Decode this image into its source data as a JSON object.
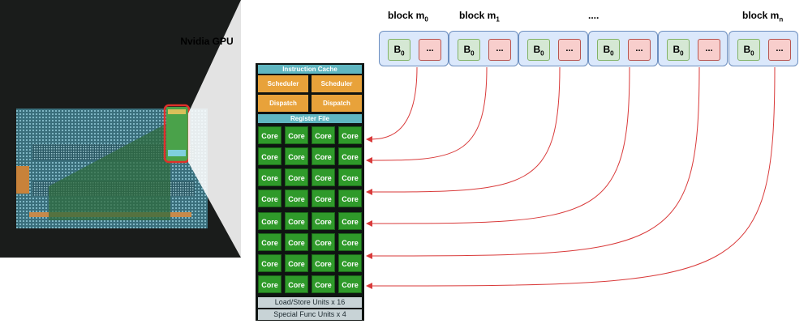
{
  "gpu_title": "Nvidia GPU",
  "sm": {
    "instruction_cache": "Instruction Cache",
    "scheduler": "Scheduler",
    "dispatch": "Dispatch",
    "register_file": "Register File",
    "core": "Core",
    "load_store": "Load/Store Units x 16",
    "special_func": "Special Func Units x 4"
  },
  "blocks": [
    {
      "label": "block m",
      "label_sub": "0"
    },
    {
      "label": "block m",
      "label_sub": "1"
    },
    {
      "label": "....",
      "label_sub": ""
    },
    {
      "label": "block m",
      "label_sub": "n"
    }
  ],
  "block_cell": {
    "b_label": "B",
    "b_sub": "0",
    "dots": "..."
  },
  "colors": {
    "arrow": "#d93a3a",
    "block_fill": "#dbe8fb",
    "b0_fill": "#d5e8d4",
    "dots_fill": "#f8cecc",
    "core_green": "#2f9a2a"
  }
}
